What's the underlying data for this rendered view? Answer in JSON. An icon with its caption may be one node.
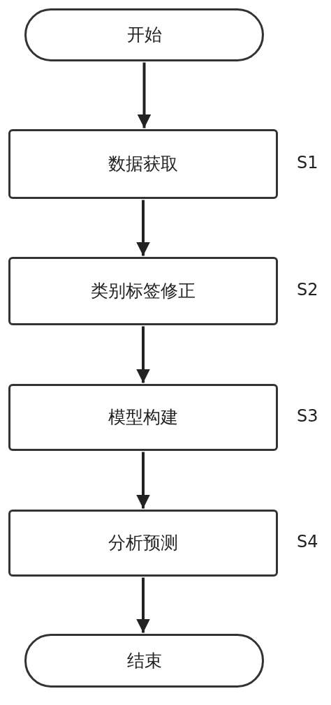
{
  "diagram": {
    "nodes": [
      {
        "text": [
          "开始"
        ]
      },
      {
        "text": [
          "数据获取"
        ],
        "beside": [
          "S1"
        ]
      },
      {
        "text": [
          "类别标签修正"
        ],
        "beside": [
          "S2"
        ]
      },
      {
        "text": [
          "模型构建"
        ],
        "beside": [
          "S3"
        ]
      },
      {
        "text": [
          "分析预测"
        ],
        "beside": [
          "S4"
        ]
      },
      {
        "text": [
          "结束"
        ]
      }
    ],
    "edges": [
      {
        "from": 0,
        "to": 1,
        "arrow": "to"
      },
      {
        "from": 1,
        "to": 2,
        "arrow": "to"
      },
      {
        "from": 2,
        "to": 3,
        "arrow": "to"
      },
      {
        "from": 3,
        "to": 4,
        "arrow": "to"
      },
      {
        "from": 4,
        "to": 5,
        "arrow": "to"
      }
    ]
  }
}
